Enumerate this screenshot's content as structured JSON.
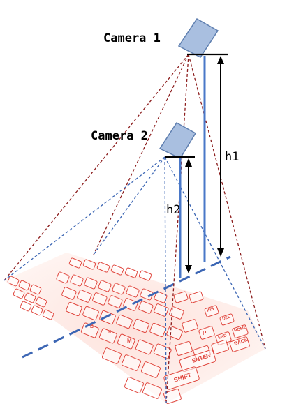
{
  "labels": {
    "camera1": "Camera 1",
    "camera2": "Camera 2",
    "h1": "h1",
    "h2": "h2"
  },
  "keyboard_keys": {
    "shift": "SHIFT",
    "enter": "ENTER",
    "back": "BACK",
    "home": "HOME",
    "end": "END",
    "del": "DEL",
    "ins": "INS",
    "p": "P",
    "m": "M",
    "b": "B",
    "n": "N"
  },
  "colors": {
    "camera_fill": "#a9bfe0",
    "camera_stroke": "#5f7fb0",
    "height_line": "#4a78c8",
    "ray_camera1": "#8c1d1d",
    "ray_camera2": "#3c66b4",
    "keyboard_outline": "#e0463d",
    "keyboard_glow": "#fbd3cc"
  }
}
